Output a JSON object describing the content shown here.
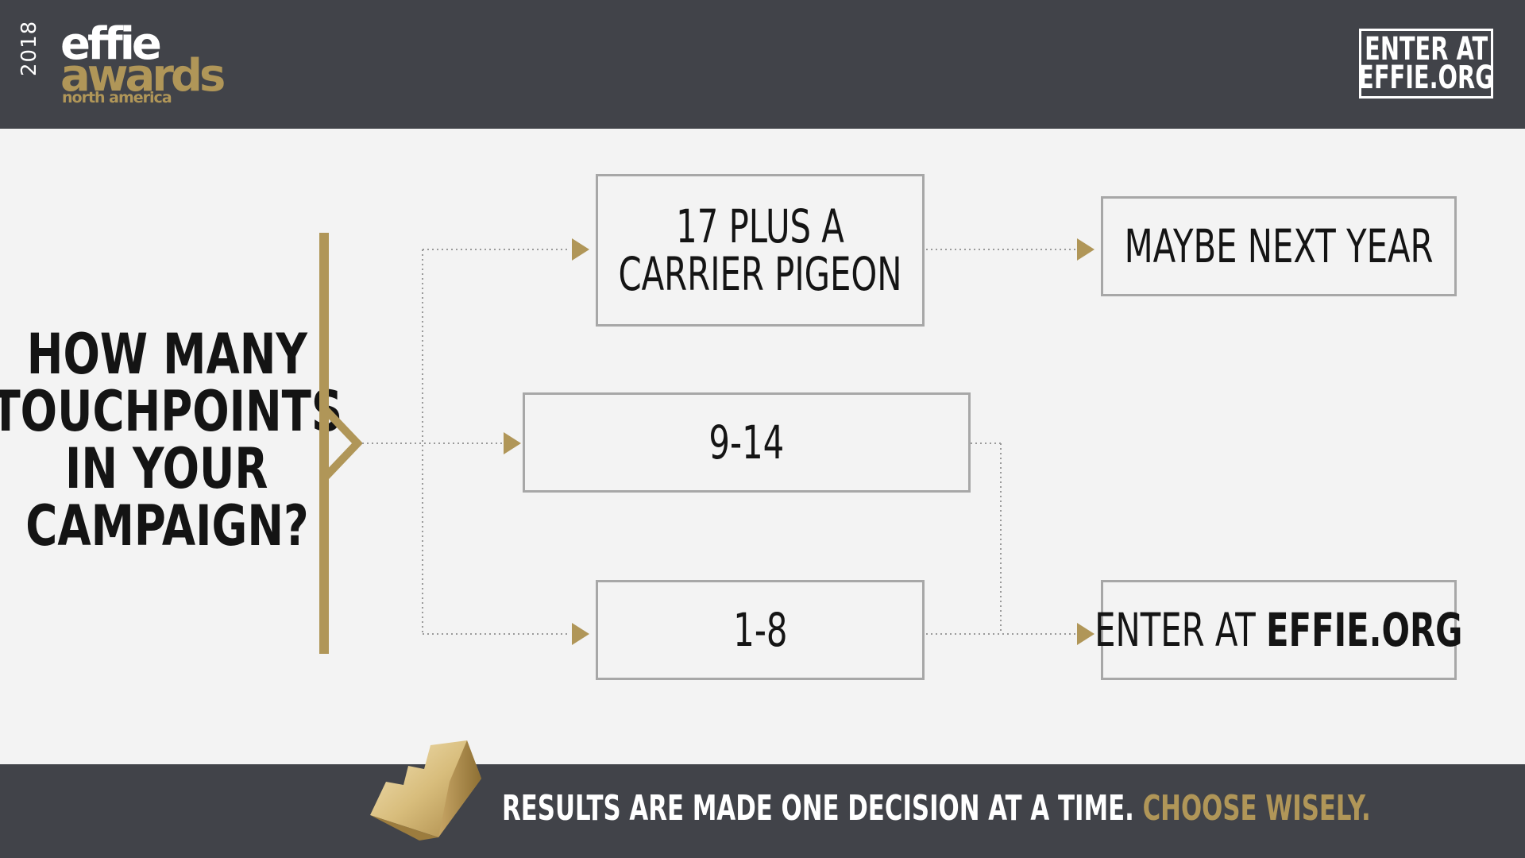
{
  "header": {
    "logo": {
      "year": "2018",
      "brand_line1": "effie",
      "brand_line2": "awards",
      "region": "north america"
    },
    "cta": {
      "line1": "ENTER AT",
      "line2": "EFFIE.ORG"
    }
  },
  "question": {
    "lines": [
      "HOW MANY",
      "TOUCHPOINTS",
      "IN YOUR",
      "CAMPAIGN?"
    ]
  },
  "nodes": {
    "option_17": {
      "lines": [
        "17 PLUS A",
        "CARRIER PIGEON"
      ]
    },
    "option_9_14": {
      "lines": [
        "9-14"
      ]
    },
    "option_1_8": {
      "lines": [
        "1-8"
      ]
    },
    "result_maybe": {
      "lines": [
        "MAYBE NEXT YEAR"
      ]
    },
    "result_enter": {
      "prefix": "ENTER AT ",
      "bold": "EFFIE.ORG"
    }
  },
  "footer": {
    "text_white": "RESULTS ARE MADE ONE DECISION AT A TIME.",
    "text_gold": " CHOOSE WISELY."
  },
  "colors": {
    "header_bg": "#414349",
    "gold": "#b09658",
    "page_bg": "#f3f3f3",
    "box_border": "#a7a7a7",
    "text_dark": "#141414"
  }
}
